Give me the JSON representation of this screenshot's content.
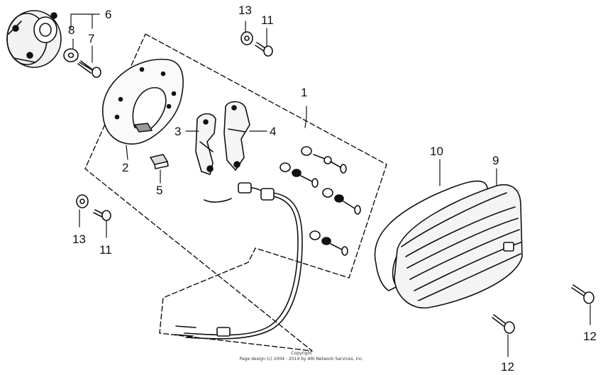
{
  "callouts": [
    {
      "id": "c1",
      "label": "1"
    },
    {
      "id": "c2",
      "label": "2"
    },
    {
      "id": "c3",
      "label": "3"
    },
    {
      "id": "c4",
      "label": "4"
    },
    {
      "id": "c5",
      "label": "5"
    },
    {
      "id": "c6",
      "label": "6"
    },
    {
      "id": "c7",
      "label": "7"
    },
    {
      "id": "c8",
      "label": "8"
    },
    {
      "id": "c9",
      "label": "9"
    },
    {
      "id": "c10",
      "label": "10"
    },
    {
      "id": "c11a",
      "label": "11"
    },
    {
      "id": "c11b",
      "label": "11"
    },
    {
      "id": "c12a",
      "label": "12"
    },
    {
      "id": "c12b",
      "label": "12"
    },
    {
      "id": "c13a",
      "label": "13"
    },
    {
      "id": "c13b",
      "label": "13"
    }
  ],
  "footer": {
    "line1": "Copyright",
    "line2": "Page design (c) 2004 - 2014 by ARI Network Services, Inc."
  }
}
